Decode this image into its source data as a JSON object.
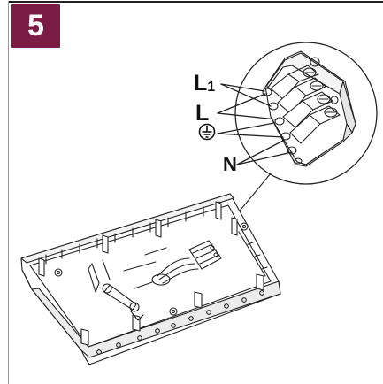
{
  "step": {
    "number": "5",
    "badge_color": "#7a1c44"
  },
  "diagram": {
    "labels": {
      "l1_main": "L",
      "l1_sub": "1",
      "l": "L",
      "neutral": "N"
    },
    "icons": [
      "ground-symbol-icon",
      "terminal-block-icon",
      "base-plate-icon"
    ],
    "line_color": "#222222"
  }
}
